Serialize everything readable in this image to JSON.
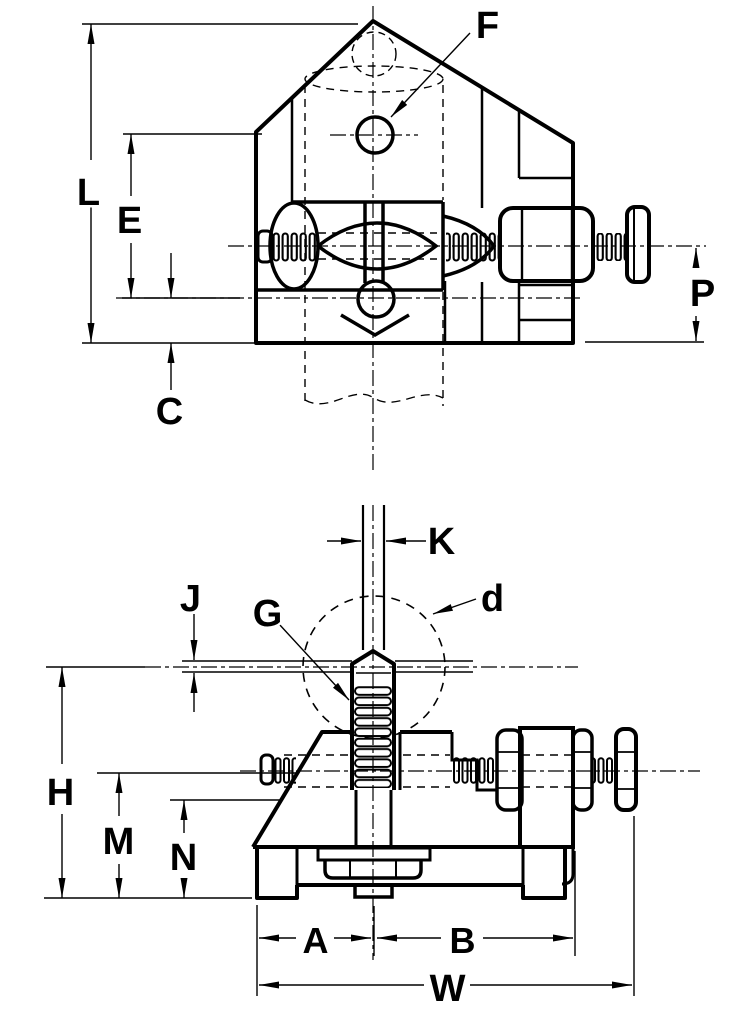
{
  "page": {
    "background": "#ffffff",
    "ink": "#000000"
  },
  "figure": {
    "type": "engineering-dimension-drawing",
    "views": [
      {
        "name": "upper-section-view",
        "dimension_labels": [
          "L",
          "E",
          "C",
          "F",
          "P"
        ]
      },
      {
        "name": "lower-elevation-view",
        "dimension_labels": [
          "K",
          "J",
          "G",
          "d",
          "H",
          "M",
          "N",
          "A",
          "B",
          "W"
        ]
      }
    ]
  },
  "labels": {
    "L": "L",
    "E": "E",
    "C": "C",
    "F": "F",
    "P": "P",
    "K": "K",
    "J": "J",
    "G": "G",
    "d": "d",
    "H": "H",
    "M": "M",
    "N": "N",
    "A": "A",
    "B": "B",
    "W": "W"
  }
}
